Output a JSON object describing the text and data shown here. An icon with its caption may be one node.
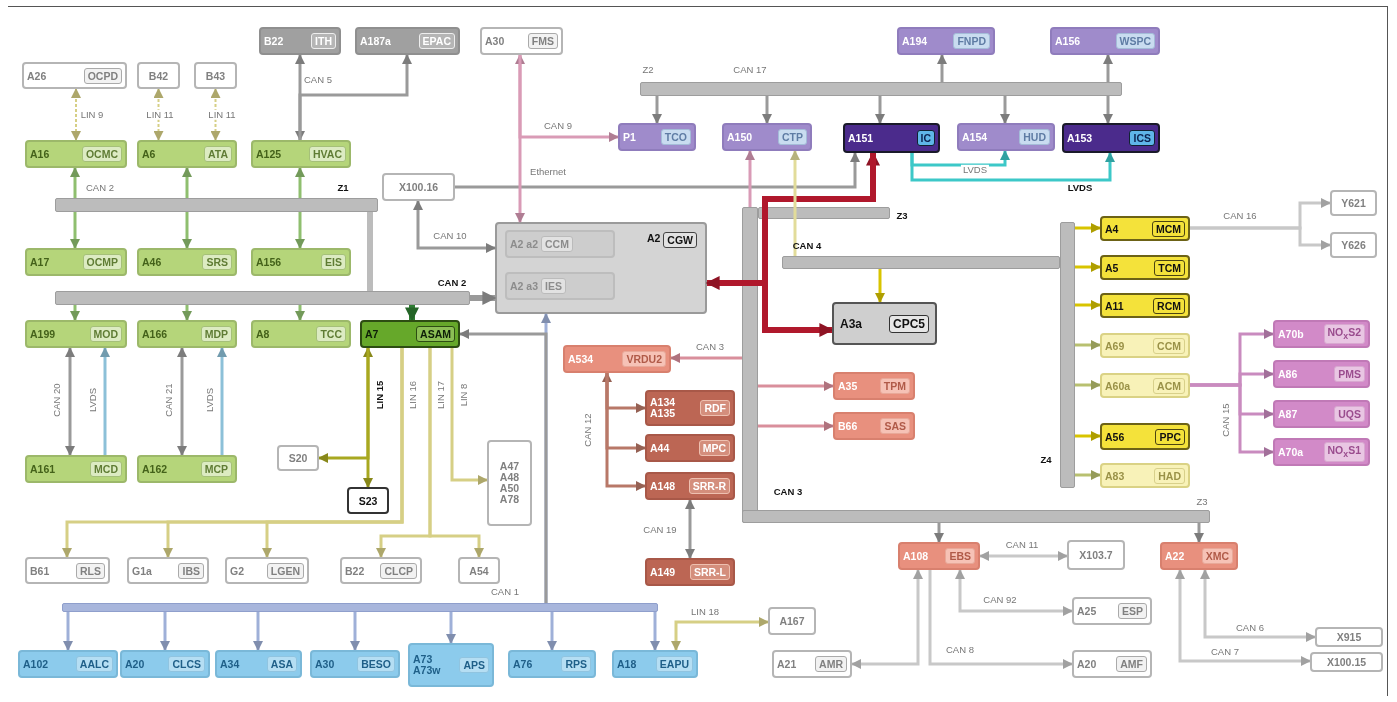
{
  "diagram": {
    "nodes": [
      {
        "text": [
          "A26",
          "OCPD"
        ]
      },
      {
        "text": [
          "B42"
        ]
      },
      {
        "text": [
          "B43"
        ]
      },
      {
        "text": [
          "B22",
          "ITH"
        ]
      },
      {
        "text": [
          "A187a",
          "EPAC"
        ]
      },
      {
        "text": [
          "A30",
          "FMS"
        ]
      },
      {
        "text": [
          "A16",
          "OCMC"
        ]
      },
      {
        "text": [
          "A6",
          "ATA"
        ]
      },
      {
        "text": [
          "A125",
          "HVAC"
        ]
      },
      {
        "text": [
          "A17",
          "OCMP"
        ]
      },
      {
        "text": [
          "A46",
          "SRS"
        ]
      },
      {
        "text": [
          "A156",
          "EIS"
        ]
      },
      {
        "text": [
          "X100.16"
        ]
      },
      {
        "text": [
          "A2",
          "CGW"
        ]
      },
      {
        "text": [
          "A2 a2",
          "CCM"
        ],
        "in": 13
      },
      {
        "text": [
          "A2 a3",
          "IES"
        ],
        "in": 13
      },
      {
        "text": [
          "A7",
          "ASAM"
        ]
      },
      {
        "text": [
          "A199",
          "MOD"
        ]
      },
      {
        "text": [
          "A166",
          "MDP"
        ]
      },
      {
        "text": [
          "A8",
          "TCC"
        ]
      },
      {
        "text": [
          "A161",
          "MCD"
        ]
      },
      {
        "text": [
          "A162",
          "MCP"
        ]
      },
      {
        "text": [
          "S20"
        ]
      },
      {
        "text": [
          "S23"
        ]
      },
      {
        "text": [
          "A47 A48 A50 A78"
        ]
      },
      {
        "text": [
          "B61",
          "RLS"
        ]
      },
      {
        "text": [
          "G1a",
          "IBS"
        ]
      },
      {
        "text": [
          "G2",
          "LGEN"
        ]
      },
      {
        "text": [
          "B22",
          "CLCP"
        ]
      },
      {
        "text": [
          "A54"
        ]
      },
      {
        "text": [
          "A102",
          "AALC"
        ]
      },
      {
        "text": [
          "A20",
          "CLCS"
        ]
      },
      {
        "text": [
          "A34",
          "ASA"
        ]
      },
      {
        "text": [
          "A30",
          "BESO"
        ]
      },
      {
        "text": [
          "A73 A73w",
          "APS"
        ]
      },
      {
        "text": [
          "A76",
          "RPS"
        ]
      },
      {
        "text": [
          "A18",
          "EAPU"
        ]
      },
      {
        "text": [
          "A167"
        ]
      },
      {
        "text": [
          "A21",
          "AMR"
        ]
      },
      {
        "text": [
          "A534",
          "VRDU2"
        ]
      },
      {
        "text": [
          "A134 A135",
          "RDF"
        ]
      },
      {
        "text": [
          "A44",
          "MPC"
        ]
      },
      {
        "text": [
          "A148",
          "SRR-R"
        ]
      },
      {
        "text": [
          "A149",
          "SRR-L"
        ]
      },
      {
        "text": [
          "A35",
          "TPM"
        ]
      },
      {
        "text": [
          "B66",
          "SAS"
        ]
      },
      {
        "text": [
          "A108",
          "EBS"
        ]
      },
      {
        "text": [
          "X103.7"
        ]
      },
      {
        "text": [
          "A25",
          "ESP"
        ]
      },
      {
        "text": [
          "A20",
          "AMF"
        ]
      },
      {
        "text": [
          "A22",
          "XMC"
        ]
      },
      {
        "text": [
          "X915"
        ]
      },
      {
        "text": [
          "X100.15"
        ]
      },
      {
        "text": [
          "P1",
          "TCO"
        ]
      },
      {
        "text": [
          "A150",
          "CTP"
        ]
      },
      {
        "text": [
          "A151",
          "IC"
        ]
      },
      {
        "text": [
          "A154",
          "HUD"
        ]
      },
      {
        "text": [
          "A153",
          "ICS"
        ]
      },
      {
        "text": [
          "A194",
          "FNPD"
        ]
      },
      {
        "text": [
          "A156",
          "WSPC"
        ]
      },
      {
        "text": [
          "A3a",
          "CPC5"
        ]
      },
      {
        "text": [
          "A4",
          "MCM"
        ]
      },
      {
        "text": [
          "A5",
          "TCM"
        ]
      },
      {
        "text": [
          "A11",
          "RCM"
        ]
      },
      {
        "text": [
          "A69",
          "CCM"
        ]
      },
      {
        "text": [
          "A60a",
          "ACM"
        ]
      },
      {
        "text": [
          "A56",
          "PPC"
        ]
      },
      {
        "text": [
          "A83",
          "HAD"
        ]
      },
      {
        "text": [
          "Y621"
        ]
      },
      {
        "text": [
          "Y626"
        ]
      },
      {
        "text": [
          "A70b",
          "NO$_{x}$S2"
        ]
      },
      {
        "text": [
          "A86",
          "PMS"
        ]
      },
      {
        "text": [
          "A87",
          "UQS"
        ]
      },
      {
        "text": [
          "A70a",
          "NO$_{x}$S1"
        ]
      },
      {
        "text": [],
        "shape": "bar"
      },
      {
        "text": [],
        "shape": "bar"
      },
      {
        "text": [],
        "shape": "bar"
      },
      {
        "text": [],
        "shape": "bar"
      },
      {
        "text": [],
        "shape": "bar"
      },
      {
        "text": [],
        "shape": "bar"
      },
      {
        "text": [],
        "shape": "bar"
      },
      {
        "text": [],
        "shape": "bar"
      },
      {
        "text": [],
        "shape": "bar"
      }
    ],
    "edges": [
      {
        "from": 0,
        "to": 6,
        "arrow": "both",
        "label": "LIN 9",
        "style": "dashed",
        "color": "#d6cf85"
      },
      {
        "from": 1,
        "to": 7,
        "arrow": "both",
        "label": "LIN 11",
        "style": "dashed",
        "color": "#d6cf85"
      },
      {
        "from": 2,
        "to": 7,
        "arrow": "both",
        "label": "LIN 11",
        "style": "dashed",
        "color": "#d6cf85"
      },
      {
        "from": 3,
        "to": 8,
        "arrow": "both",
        "label": "CAN 5"
      },
      {
        "from": 8,
        "to": 4,
        "arrow": "to"
      },
      {
        "from": 74,
        "to": 6,
        "arrow": "to",
        "color": "#8fbf6f"
      },
      {
        "from": 74,
        "to": 9,
        "arrow": "to",
        "color": "#8fbf6f"
      },
      {
        "from": 74,
        "to": 7,
        "arrow": "to",
        "color": "#8fbf6f"
      },
      {
        "from": 74,
        "to": 10,
        "arrow": "to",
        "color": "#8fbf6f"
      },
      {
        "from": 74,
        "to": 8,
        "arrow": "to",
        "color": "#8fbf6f"
      },
      {
        "from": 74,
        "to": 11,
        "arrow": "to",
        "color": "#8fbf6f"
      },
      {
        "from": 74,
        "to": 75,
        "arrow": "none",
        "style": "thick",
        "color": "#bcbcbc"
      },
      {
        "from": 75,
        "to": 17,
        "arrow": "to",
        "color": "#8fbf6f"
      },
      {
        "from": 75,
        "to": 18,
        "arrow": "to",
        "color": "#8fbf6f"
      },
      {
        "from": 75,
        "to": 19,
        "arrow": "to",
        "color": "#8fbf6f"
      },
      {
        "from": 75,
        "to": 16,
        "arrow": "to",
        "style": "thick",
        "color": "#2e7d32"
      },
      {
        "from": 75,
        "to": 13,
        "arrow": "to",
        "label": "CAN 2",
        "style": "thick"
      },
      {
        "from": 12,
        "to": 13,
        "arrow": "both",
        "label": "CAN 10"
      },
      {
        "from": 12,
        "to": 55,
        "arrow": "to",
        "label": "Ethernet"
      },
      {
        "from": 5,
        "to": 13,
        "arrow": "both",
        "color": "#d99bb6"
      },
      {
        "from": 5,
        "to": 53,
        "arrow": "to",
        "label": "CAN 9",
        "color": "#d99bb6"
      },
      {
        "from": 76,
        "to": 53,
        "arrow": "to"
      },
      {
        "from": 76,
        "to": 54,
        "arrow": "to"
      },
      {
        "from": 76,
        "to": 55,
        "arrow": "to"
      },
      {
        "from": 76,
        "to": 56,
        "arrow": "to"
      },
      {
        "from": 76,
        "to": 57,
        "arrow": "to"
      },
      {
        "from": 76,
        "to": 58,
        "arrow": "to"
      },
      {
        "from": 76,
        "to": 59,
        "arrow": "to"
      },
      {
        "from": 55,
        "to": 56,
        "arrow": "to",
        "label": "LVDS",
        "color": "#3cc8c8"
      },
      {
        "from": 55,
        "to": 57,
        "arrow": "to",
        "label": "LVDS",
        "color": "#3cc8c8"
      },
      {
        "from": 13,
        "to": 55,
        "arrow": "both",
        "style": "thick",
        "color": "#b0182c"
      },
      {
        "from": 55,
        "to": 60,
        "arrow": "to",
        "style": "thick",
        "color": "#b0182c"
      },
      {
        "from": 77,
        "to": 54,
        "arrow": "to",
        "color": "#d99bb6"
      },
      {
        "from": 77,
        "to": 39,
        "arrow": "to",
        "label": "CAN 3",
        "color": "#d98f9c"
      },
      {
        "from": 77,
        "to": 44,
        "arrow": "to",
        "color": "#d98f9c"
      },
      {
        "from": 77,
        "to": 45,
        "arrow": "to",
        "color": "#d98f9c"
      },
      {
        "from": 79,
        "to": 46,
        "arrow": "to"
      },
      {
        "from": 79,
        "to": 50,
        "arrow": "to"
      },
      {
        "from": 80,
        "to": 54,
        "arrow": "to",
        "color": "#e2dc9a"
      },
      {
        "from": 80,
        "to": 60,
        "arrow": "to",
        "color": "#d8c400"
      },
      {
        "from": 81,
        "to": 61,
        "arrow": "to",
        "color": "#d8c400"
      },
      {
        "from": 81,
        "to": 62,
        "arrow": "to",
        "color": "#d8c400"
      },
      {
        "from": 81,
        "to": 63,
        "arrow": "to",
        "color": "#d8c400"
      },
      {
        "from": 81,
        "to": 64,
        "arrow": "to",
        "color": "#b8c070"
      },
      {
        "from": 81,
        "to": 65,
        "arrow": "to",
        "color": "#b8c070"
      },
      {
        "from": 81,
        "to": 66,
        "arrow": "to",
        "color": "#d8c400"
      },
      {
        "from": 81,
        "to": 67,
        "arrow": "to",
        "color": "#b8c070"
      },
      {
        "from": 61,
        "to": 68,
        "arrow": "to",
        "label": "CAN 16",
        "color": "#c8c8c8"
      },
      {
        "from": 61,
        "to": 69,
        "arrow": "to",
        "color": "#c8c8c8"
      },
      {
        "from": 65,
        "to": 70,
        "arrow": "to",
        "label": "CAN 15",
        "color": "#c98bbf"
      },
      {
        "from": 65,
        "to": 71,
        "arrow": "to",
        "color": "#c98bbf"
      },
      {
        "from": 65,
        "to": 72,
        "arrow": "to",
        "color": "#c98bbf"
      },
      {
        "from": 65,
        "to": 73,
        "arrow": "to",
        "color": "#c98bbf"
      },
      {
        "from": 39,
        "to": 40,
        "arrow": "both",
        "label": "CAN 12",
        "color": "#b87868"
      },
      {
        "from": 39,
        "to": 41,
        "arrow": "to",
        "color": "#b87868"
      },
      {
        "from": 39,
        "to": 42,
        "arrow": "to",
        "color": "#b87868"
      },
      {
        "from": 42,
        "to": 43,
        "arrow": "both",
        "label": "CAN 19"
      },
      {
        "from": 82,
        "to": 13,
        "arrow": "to",
        "color": "#9fb0d8"
      },
      {
        "from": 82,
        "to": 16,
        "arrow": "to"
      },
      {
        "from": 82,
        "to": 30,
        "arrow": "to",
        "color": "#9fb0d8"
      },
      {
        "from": 82,
        "to": 31,
        "arrow": "to",
        "color": "#9fb0d8"
      },
      {
        "from": 82,
        "to": 32,
        "arrow": "to",
        "color": "#9fb0d8"
      },
      {
        "from": 82,
        "to": 33,
        "arrow": "to",
        "color": "#9fb0d8"
      },
      {
        "from": 82,
        "to": 34,
        "arrow": "to",
        "color": "#9fb0d8"
      },
      {
        "from": 82,
        "to": 35,
        "arrow": "to",
        "color": "#9fb0d8"
      },
      {
        "from": 82,
        "to": 36,
        "arrow": "to",
        "color": "#9fb0d8"
      },
      {
        "from": 16,
        "to": 23,
        "arrow": "both",
        "label": "LIN 15",
        "color": "#a8a820"
      },
      {
        "from": 16,
        "to": 22,
        "arrow": "to",
        "color": "#a8a820"
      },
      {
        "from": 16,
        "to": 25,
        "arrow": "to",
        "label": "LIN 16",
        "color": "#d6cf85"
      },
      {
        "from": 16,
        "to": 26,
        "arrow": "to",
        "color": "#d6cf85"
      },
      {
        "from": 16,
        "to": 27,
        "arrow": "to",
        "color": "#d6cf85"
      },
      {
        "from": 16,
        "to": 28,
        "arrow": "to",
        "label": "LIN 17",
        "color": "#d6cf85"
      },
      {
        "from": 16,
        "to": 29,
        "arrow": "to",
        "color": "#d6cf85"
      },
      {
        "from": 16,
        "to": 24,
        "arrow": "to",
        "label": "LIN 8",
        "color": "#d6cf85"
      },
      {
        "from": 36,
        "to": 37,
        "arrow": "both",
        "label": "LIN 18",
        "color": "#d6cf85"
      },
      {
        "from": 46,
        "to": 38,
        "arrow": "both",
        "label": "CAN 8",
        "color": "#c8c8c8"
      },
      {
        "from": 46,
        "to": 49,
        "arrow": "to",
        "color": "#c8c8c8"
      },
      {
        "from": 46,
        "to": 47,
        "arrow": "both",
        "label": "CAN 11",
        "color": "#c8c8c8"
      },
      {
        "from": 46,
        "to": 48,
        "arrow": "both",
        "label": "CAN 92",
        "color": "#c8c8c8"
      },
      {
        "from": 50,
        "to": 51,
        "arrow": "both",
        "label": "CAN 6",
        "color": "#c8c8c8"
      },
      {
        "from": 50,
        "to": 52,
        "arrow": "both",
        "label": "CAN 7",
        "color": "#c8c8c8"
      },
      {
        "from": 17,
        "to": 20,
        "arrow": "both",
        "label": "CAN 20"
      },
      {
        "from": 20,
        "to": 17,
        "arrow": "to",
        "label": "LVDS",
        "color": "#8cc0d8"
      },
      {
        "from": 18,
        "to": 21,
        "arrow": "both",
        "label": "CAN 21"
      },
      {
        "from": 21,
        "to": 18,
        "arrow": "to",
        "label": "LVDS",
        "color": "#8cc0d8"
      }
    ],
    "labels": [
      "Z1",
      "CAN 2",
      "Z2",
      "CAN 17",
      "Z3",
      "CAN 4",
      "Z4",
      "CAN 3",
      "Z3",
      "CAN 1"
    ]
  }
}
